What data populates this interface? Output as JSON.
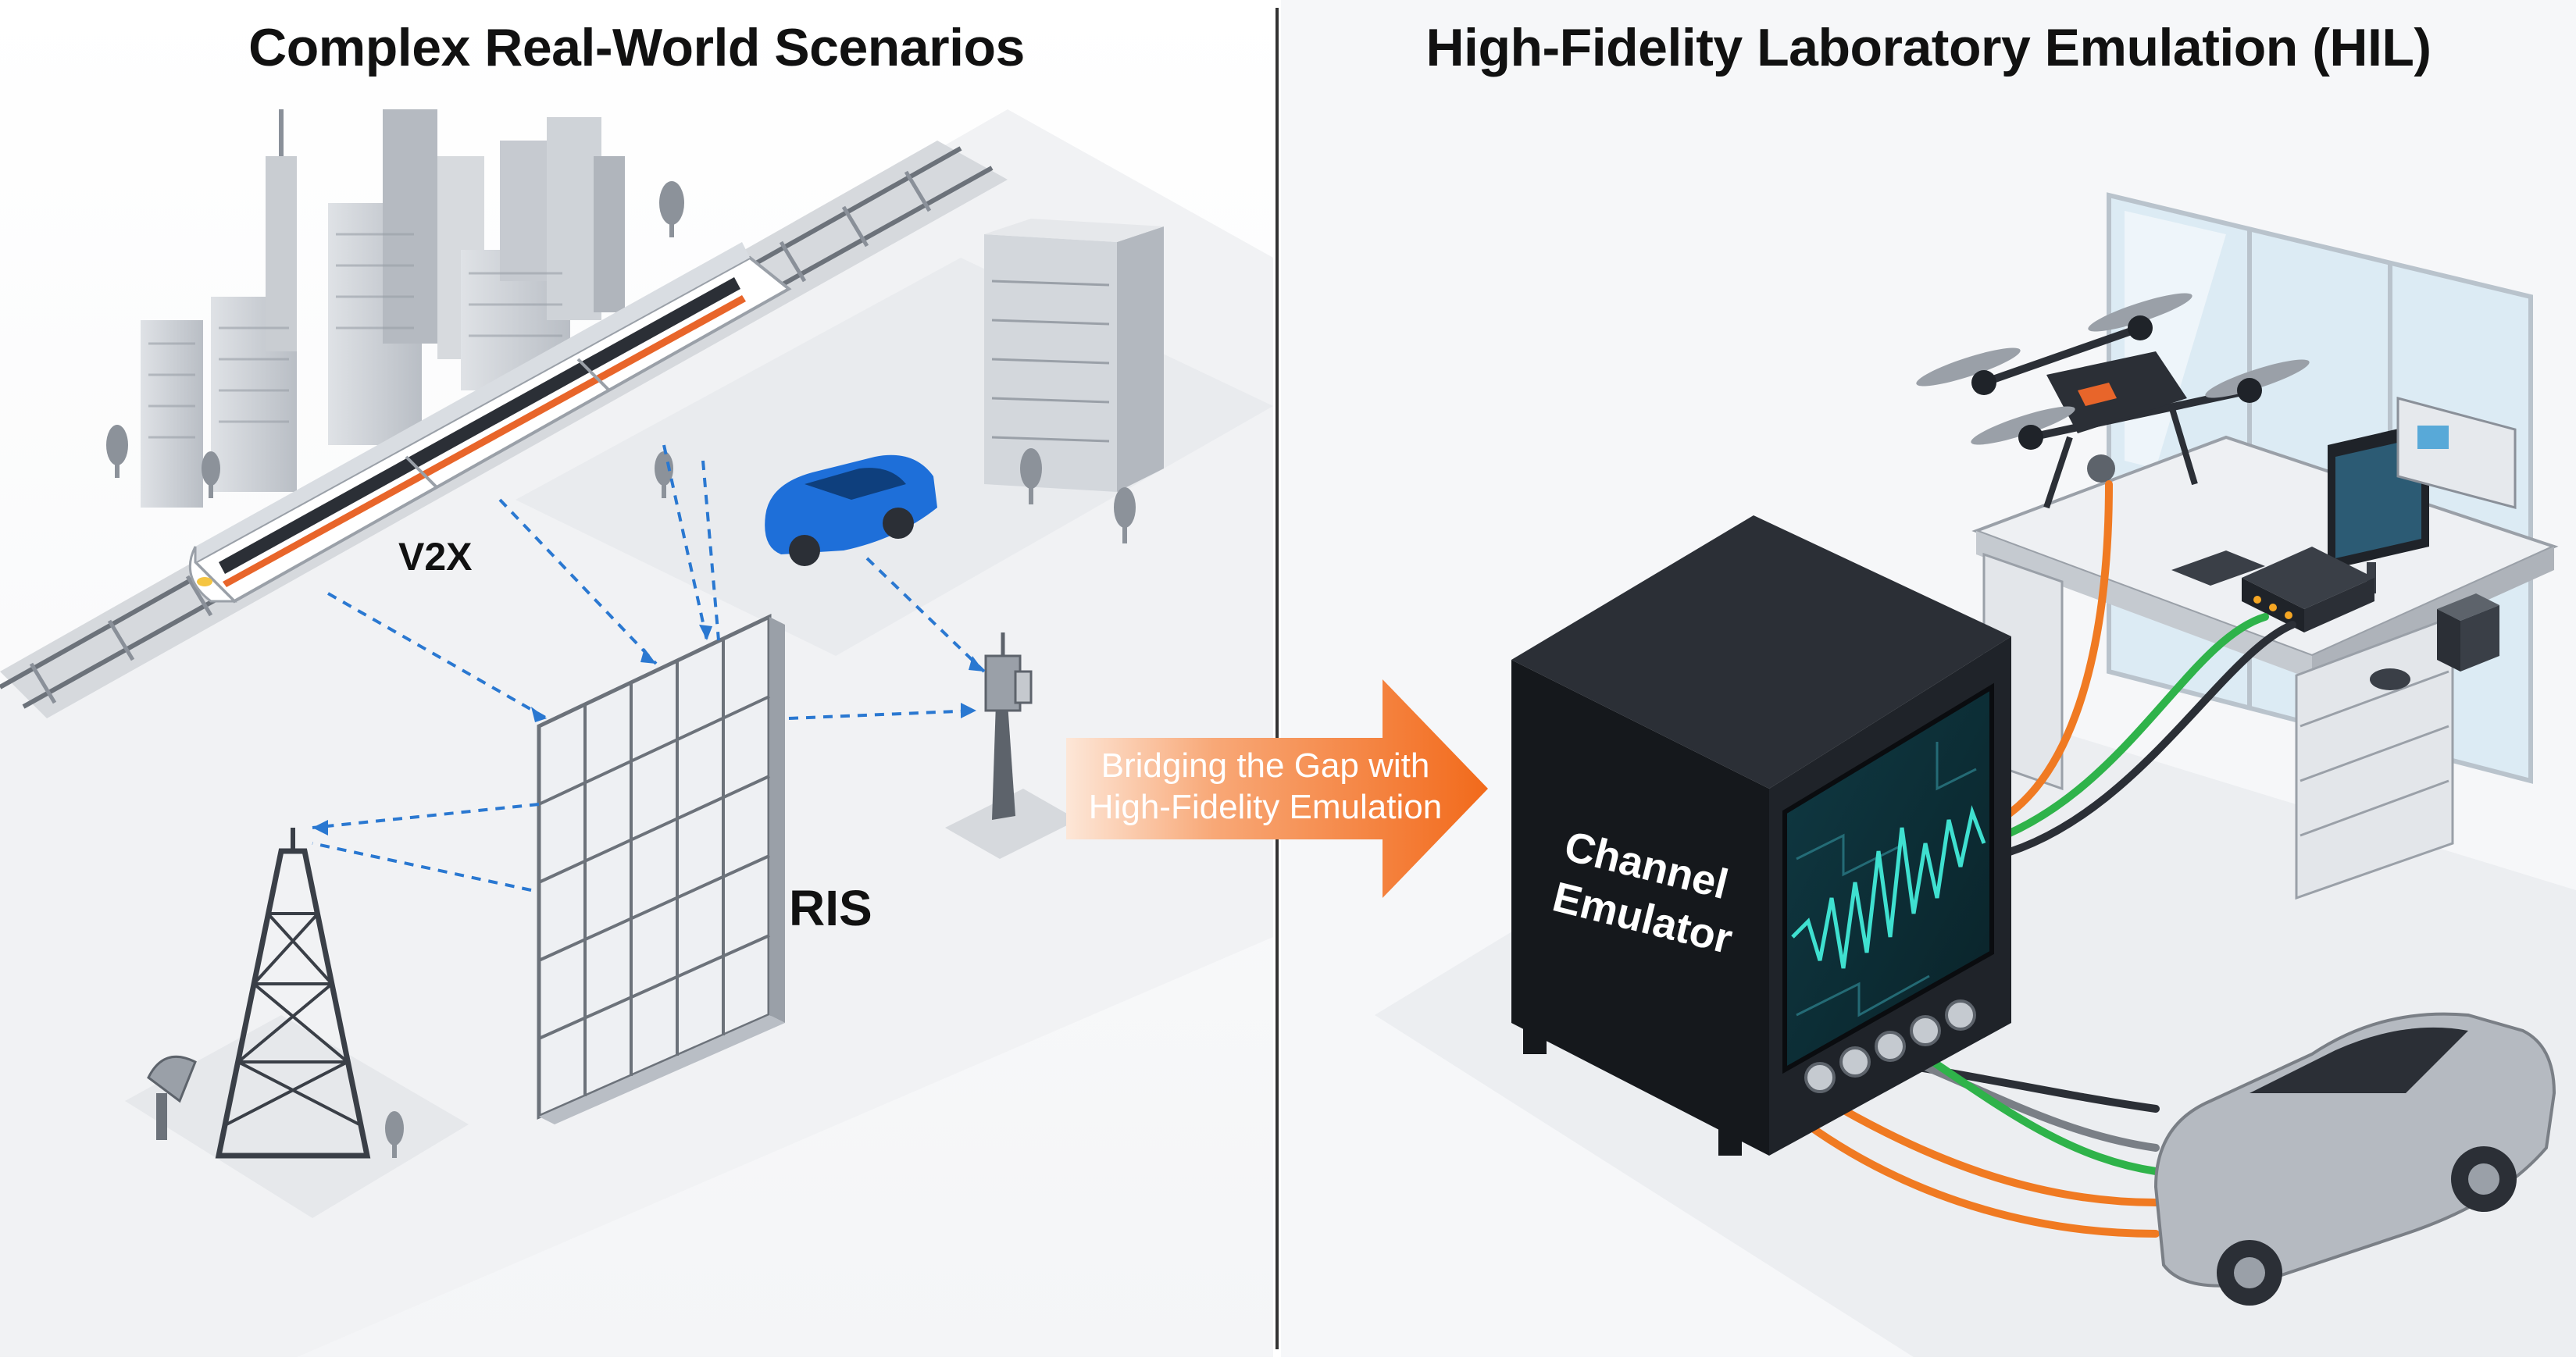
{
  "titles": {
    "left": "Complex Real-World Scenarios",
    "right": "High-Fidelity Laboratory Emulation (HIL)"
  },
  "labels": {
    "v2x": "V2X",
    "ris": "RIS",
    "arrow_line1": "Bridging the Gap with",
    "arrow_line2": "High-Fidelity Emulation",
    "emulator_line1": "Channel",
    "emulator_line2": "Emulator"
  },
  "colors": {
    "arrow": "#f26a1b",
    "car_blue": "#1e6fd9",
    "signal_link": "#2a78d1",
    "screen_wave": "#3fe0d0",
    "cable_orange": "#f07a22",
    "cable_green": "#2fb34a",
    "cable_gray": "#7a7f86"
  }
}
